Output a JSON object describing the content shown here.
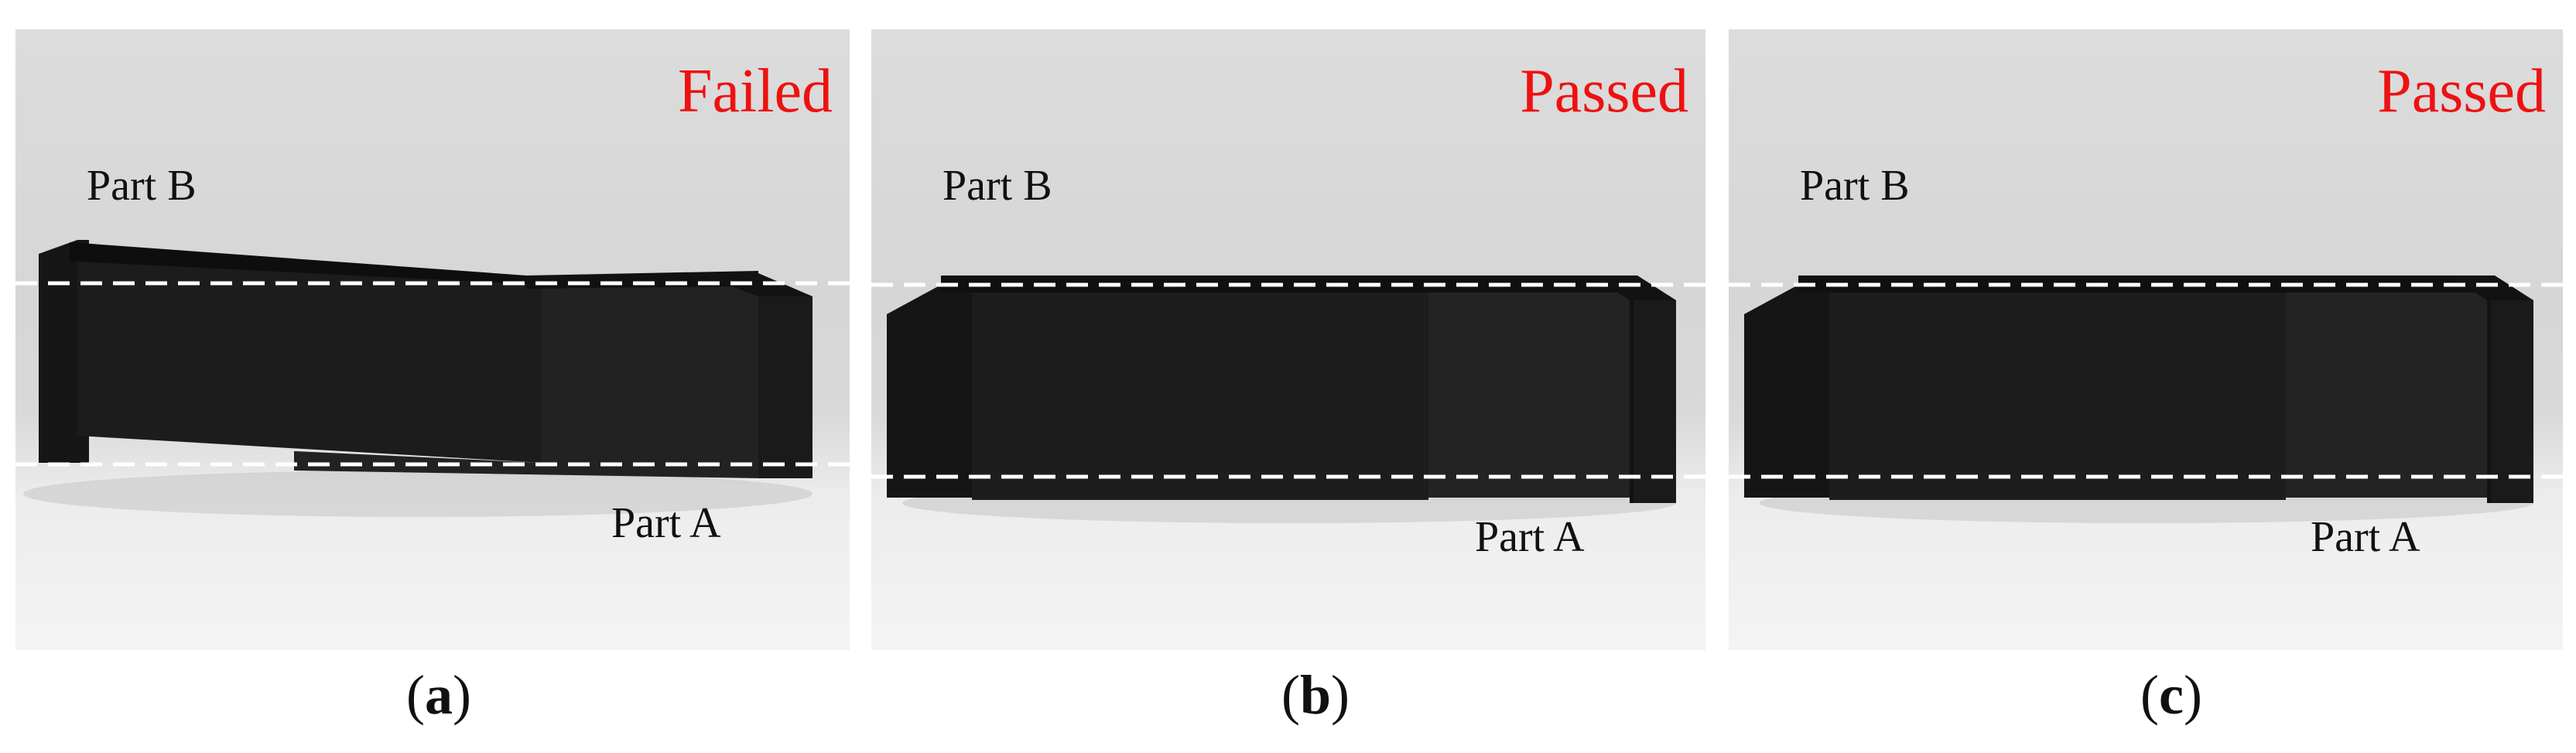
{
  "panels": [
    {
      "id": "a",
      "status": "Failed",
      "part_b_label": "Part B",
      "part_a_label": "Part A",
      "caption_letter": "a"
    },
    {
      "id": "b",
      "status": "Passed",
      "part_b_label": "Part B",
      "part_a_label": "Part A",
      "caption_letter": "b"
    },
    {
      "id": "c",
      "status": "Passed",
      "part_b_label": "Part B",
      "part_a_label": "Part A",
      "caption_letter": "c"
    }
  ],
  "colors": {
    "status_text": "#ee1111",
    "label_text": "#111111",
    "specimen": "#1a1a1a",
    "guide_line": "#ffffff"
  }
}
